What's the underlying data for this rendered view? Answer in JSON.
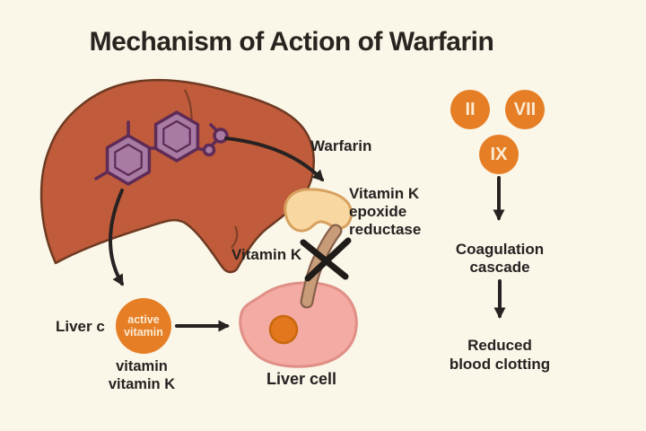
{
  "title": "Mechanism of Action of Warfarin",
  "labels": {
    "warfarin": "Warfarin",
    "enzyme": "Vitamin K\nepoxide\nreductase",
    "vitamin_k": "Vitamin K",
    "liver_cell": "Liver cell",
    "liver_partial": "Liver c",
    "active_vitamin": "active\nvitamin",
    "vitamin_caption": "vitamin\nvitamin K",
    "coagulation_cascade": "Coagulation\ncascade",
    "reduced_clotting": "Reduced\nblood clotting"
  },
  "clotting_factors": [
    {
      "numeral": "II"
    },
    {
      "numeral": "VII"
    },
    {
      "numeral": "IX"
    }
  ],
  "colors": {
    "background": "#FAF6E8",
    "liver_fill": "#C05B3B",
    "liver_outline": "#6E3A22",
    "molecule_fill": "#A87BA5",
    "molecule_stroke": "#5E2B56",
    "enzyme_fill": "#F8D7A1",
    "enzyme_stroke": "#D8A15F",
    "channel_fill": "#C99C79",
    "channel_stroke": "#87604A",
    "cell_fill": "#F4ABA3",
    "cell_stroke": "#E08F86",
    "nucleus_fill": "#E2771E",
    "nucleus_stroke": "#C8680F",
    "factor_circle": "#E67E26",
    "circle_text": "#FAEBD3",
    "ink": "#262221"
  }
}
